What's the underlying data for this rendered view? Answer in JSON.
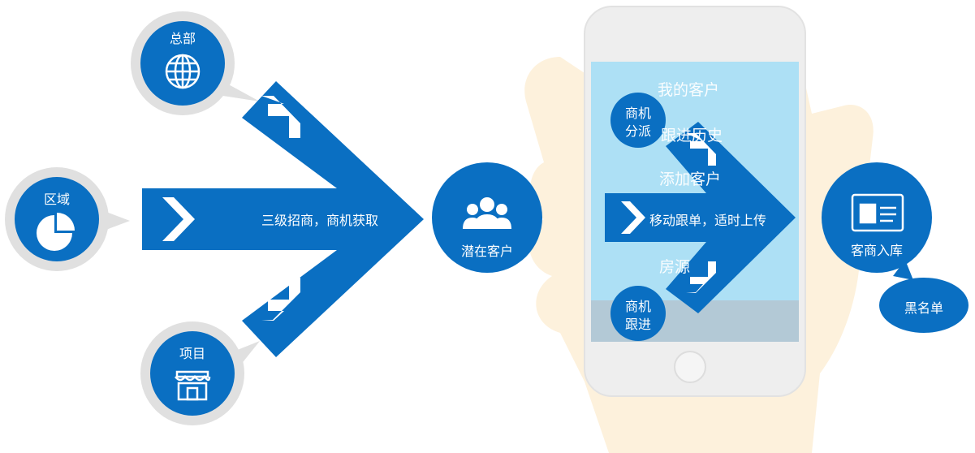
{
  "nodes": {
    "hq": {
      "label": "总部",
      "icon": "globe-icon"
    },
    "region": {
      "label": "区域",
      "icon": "pie-chart-icon"
    },
    "project": {
      "label": "项目",
      "icon": "storefront-icon"
    },
    "prospects": {
      "label": "潜在客户",
      "icon": "user-group-icon"
    },
    "dispatch": {
      "line1": "商机",
      "line2": "分派"
    },
    "followup": {
      "line1": "商机",
      "line2": "跟进"
    },
    "warehouse": {
      "label": "客商入库",
      "icon": "id-card-icon"
    },
    "blacklist": {
      "label": "黑名单"
    }
  },
  "arrows": {
    "acquire": {
      "label": "三级招商，商机获取"
    },
    "mobile": {
      "label": "移动跟单，适时上传"
    }
  },
  "phone_menu": {
    "items": [
      "我的客户",
      "跟进历史",
      "添加客户",
      "房源"
    ]
  },
  "colors": {
    "primary_blue": "#0a6fc2",
    "bubble_gray": "#e0e0e0",
    "screen_blue": "#ade0f5",
    "hand_beige": "#fdf1dc"
  }
}
